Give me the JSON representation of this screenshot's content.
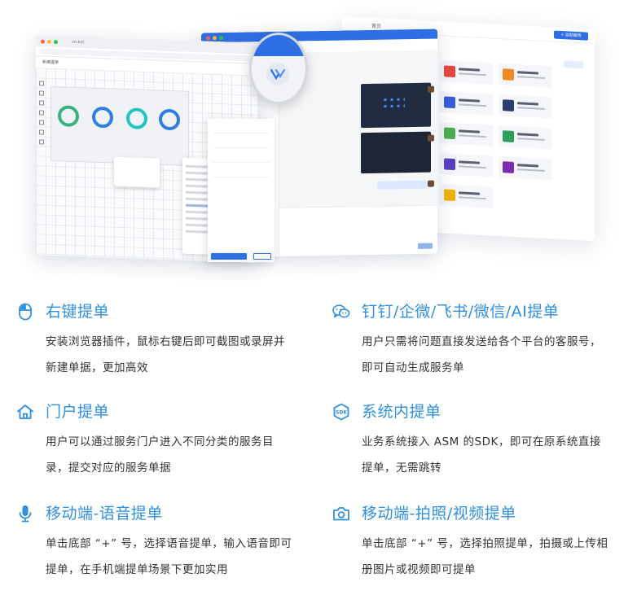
{
  "hero": {
    "left_window_tab": "vtcket",
    "left_window_breadcrumb": "新建提单",
    "portal_title": "首页",
    "portal_button": "+ 自助服务",
    "magnifier_logo": "logo-icon"
  },
  "features": [
    {
      "icon": "mouse-icon",
      "title": "右键提单",
      "desc_line1": "安装浏览器插件，鼠标右键后即可截图或录屏并",
      "desc_line2": "新建单据，更加高效"
    },
    {
      "icon": "chat-icon",
      "title": "钉钉/企微/飞书/微信/AI提单",
      "desc_line1": "用户只需将问题直接发送给各个平台的客服号，",
      "desc_line2": "即可自动生成服务单"
    },
    {
      "icon": "home-icon",
      "title": "门户提单",
      "desc_line1": "用户可以通过服务门户进入不同分类的服务目",
      "desc_line2": "录，提交对应的服务单据"
    },
    {
      "icon": "sdk-icon",
      "title": "系统内提单",
      "desc_line1": "业务系统接入 ASM 的SDK，即可在原系统直接",
      "desc_line2": "提单，无需跳转"
    },
    {
      "icon": "microphone-icon",
      "title": "移动端-语音提单",
      "desc_line1": "单击底部 “+” 号，选择语音提单，输入语音即可",
      "desc_line2": "提单，在手机端提单场景下更加实用"
    },
    {
      "icon": "camera-icon",
      "title": "移动端-拍照/视频提单",
      "desc_line1": "单击底部 “+” 号，选择拍照提单，拍摄或上传相",
      "desc_line2": "册图片或视频即可提单"
    }
  ],
  "colors": {
    "accent": "#2f8fe0",
    "brand_blue": "#2f6fe4",
    "text": "#333333"
  }
}
